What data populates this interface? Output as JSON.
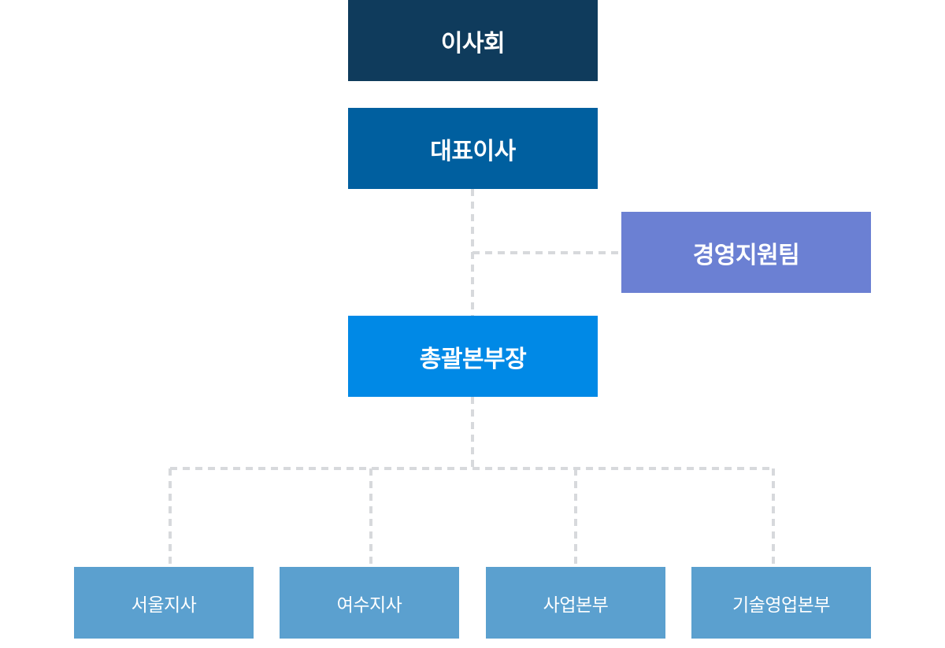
{
  "org_chart": {
    "board": {
      "label": "이사회",
      "color": "#0f3b5c"
    },
    "ceo": {
      "label": "대표이사",
      "color": "#005f9f"
    },
    "support_team": {
      "label": "경영지원팀",
      "color": "#6b80d3"
    },
    "general_manager": {
      "label": "총괄본부장",
      "color": "#0089e6"
    },
    "branches": [
      {
        "label": "서울지사",
        "color": "#5ba0cf"
      },
      {
        "label": "여수지사",
        "color": "#5ba0cf"
      },
      {
        "label": "사업본부",
        "color": "#5ba0cf"
      },
      {
        "label": "기술영업본부",
        "color": "#5ba0cf"
      }
    ],
    "connector_color": "#d7d9dc",
    "connector_style": "dashed"
  }
}
